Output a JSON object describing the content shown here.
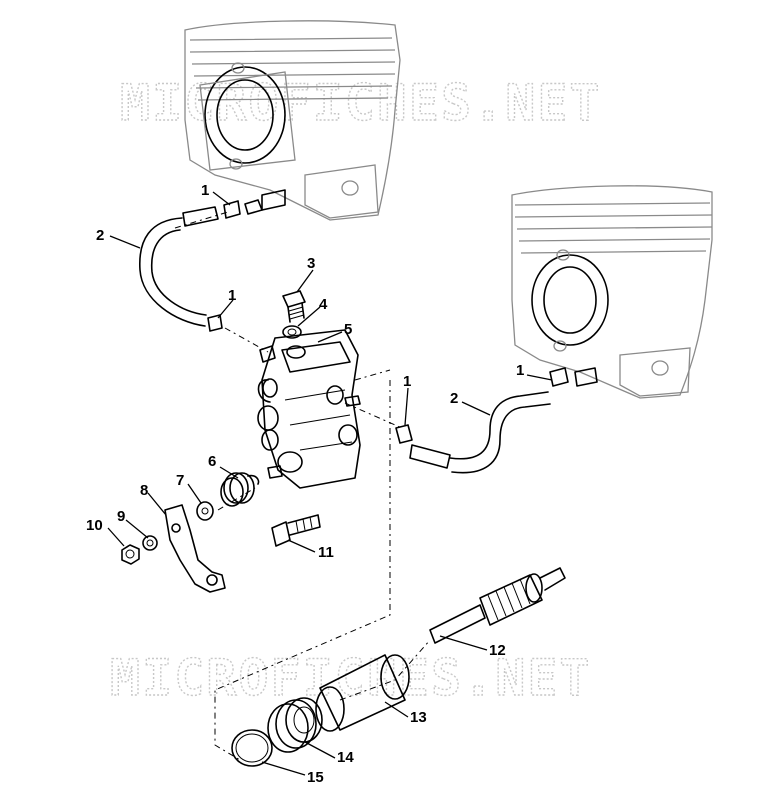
{
  "watermark": "MICROFICHES.NET",
  "callouts": [
    {
      "id": "c1a",
      "label": "1"
    },
    {
      "id": "c2a",
      "label": "2"
    },
    {
      "id": "c1b",
      "label": "1"
    },
    {
      "id": "c3",
      "label": "3"
    },
    {
      "id": "c4",
      "label": "4"
    },
    {
      "id": "c5",
      "label": "5"
    },
    {
      "id": "c1c",
      "label": "1"
    },
    {
      "id": "c1d",
      "label": "1"
    },
    {
      "id": "c2b",
      "label": "2"
    },
    {
      "id": "c6",
      "label": "6"
    },
    {
      "id": "c7",
      "label": "7"
    },
    {
      "id": "c8",
      "label": "8"
    },
    {
      "id": "c9",
      "label": "9"
    },
    {
      "id": "c10",
      "label": "10"
    },
    {
      "id": "c11",
      "label": "11"
    },
    {
      "id": "c12",
      "label": "12"
    },
    {
      "id": "c13",
      "label": "13"
    },
    {
      "id": "c14",
      "label": "14"
    },
    {
      "id": "c15",
      "label": "15"
    }
  ]
}
